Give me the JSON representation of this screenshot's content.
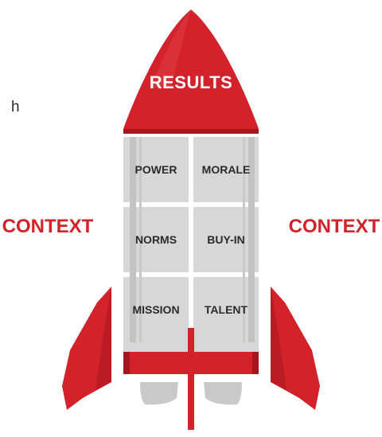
{
  "colors": {
    "red": "#d3222a",
    "dark_red": "#a8151c",
    "gray_panel": "#d7d7d7",
    "gray_dark": "#bdbdbd",
    "text_dark": "#2b2b2b",
    "white": "#ffffff"
  },
  "partial_text": "h",
  "nose": {
    "label": "RESULTS"
  },
  "left_label": "CONTEXT",
  "right_label": "CONTEXT",
  "panels": [
    {
      "label": "POWER"
    },
    {
      "label": "MORALE"
    },
    {
      "label": "NORMS"
    },
    {
      "label": "BUY-IN"
    },
    {
      "label": "MISSION"
    },
    {
      "label": "TALENT"
    }
  ]
}
